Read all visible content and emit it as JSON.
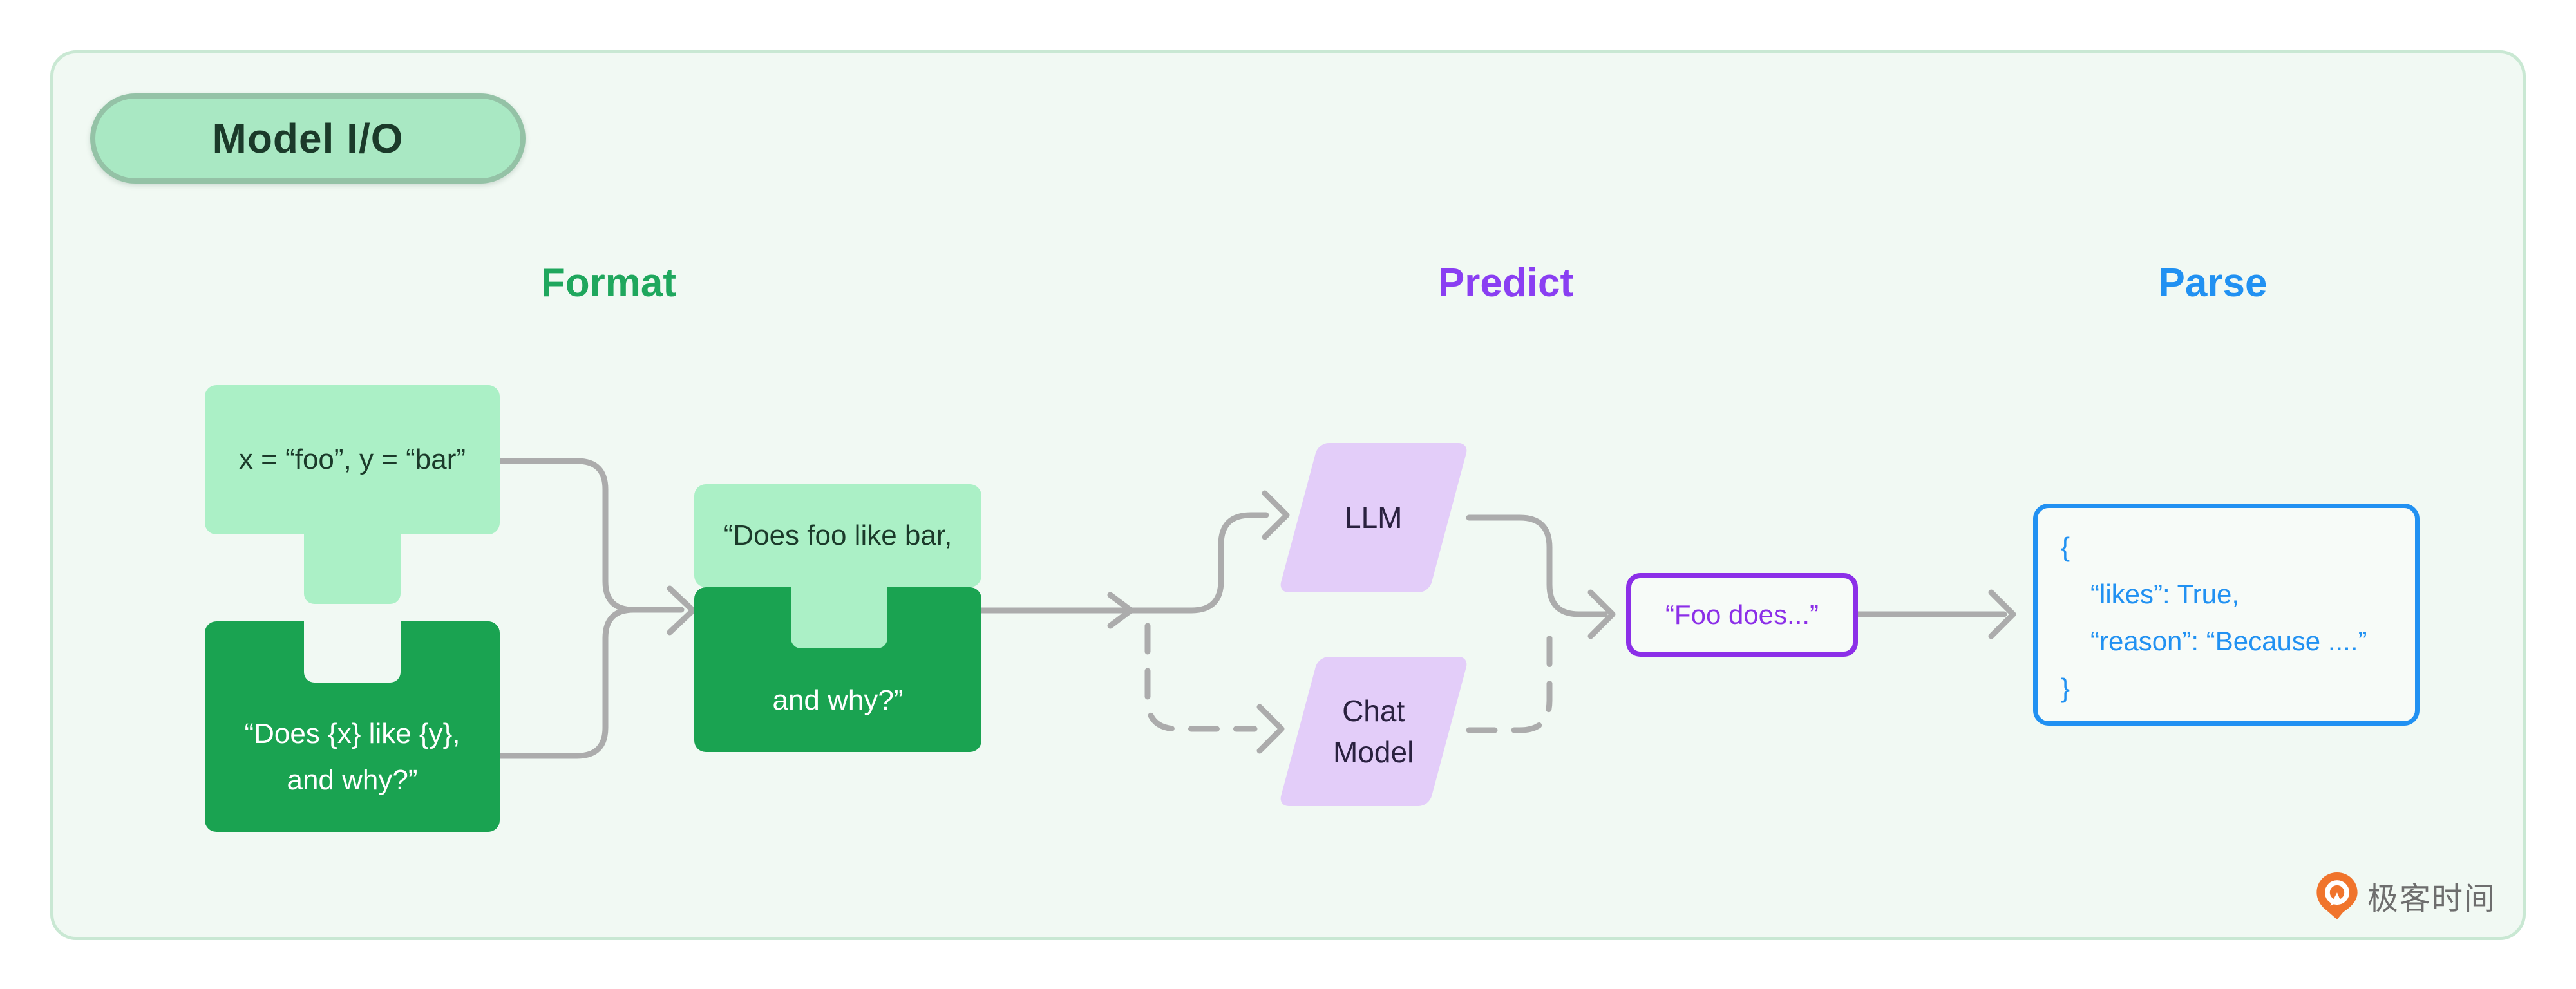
{
  "colors": {
    "frame-bg": "#F1F9F3",
    "frame-border": "#C9E8D3",
    "green-light": "#ABF0C6",
    "green-dark": "#1AA351",
    "text-dark": "#1B3A2A",
    "badge-bg": "#A9E8C3",
    "badge-border": "#94C2A6",
    "format-color": "#1FA75D",
    "predict-color": "#8A3FF2",
    "parse-color": "#2191F2",
    "purple-fill": "#E3CDF9",
    "purple-text": "#2A2140",
    "completion-purple": "#8C2FE8",
    "node-bg": "#F7FBF8",
    "arrow-gray": "#ACACAC",
    "brand-orange": "#F0742C",
    "brand-gray": "#6E6E6E"
  },
  "badge": {
    "label": "Model I/O"
  },
  "stages": [
    {
      "label": "Format"
    },
    {
      "label": "Predict"
    },
    {
      "label": "Parse"
    }
  ],
  "nodes": {
    "variables": {
      "text": "x = “foo”, y = “bar”"
    },
    "template": {
      "line1": "“Does {x} like {y},",
      "line2": "and why?”"
    },
    "prompt": {
      "line1": "“Does foo like bar,",
      "line2": "and why?”"
    },
    "llm": {
      "label": "LLM"
    },
    "chat_model": {
      "line1": "Chat",
      "line2": "Model"
    },
    "completion": {
      "text": "“Foo does...”"
    },
    "parsed": {
      "lines": [
        "{",
        "“likes”: True,",
        "“reason”: “Because ....”",
        "}"
      ]
    }
  },
  "footer": {
    "brand": "极客时间"
  }
}
